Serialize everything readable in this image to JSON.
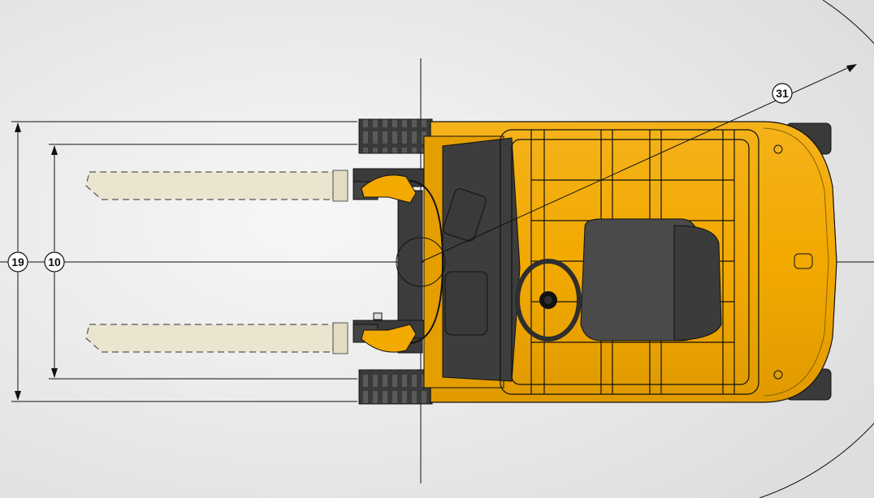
{
  "labels": {
    "overall_width": "19",
    "track_width": "10",
    "turning_radius": "31"
  },
  "colors": {
    "background": "#e9e9e9",
    "body_yellow": "#f2a900",
    "body_yellow_dark": "#c98a00",
    "tire": "#3a3a3a",
    "seat": "#4a4a4a",
    "fork_fill": "#ebe5cf",
    "line": "#111111"
  }
}
